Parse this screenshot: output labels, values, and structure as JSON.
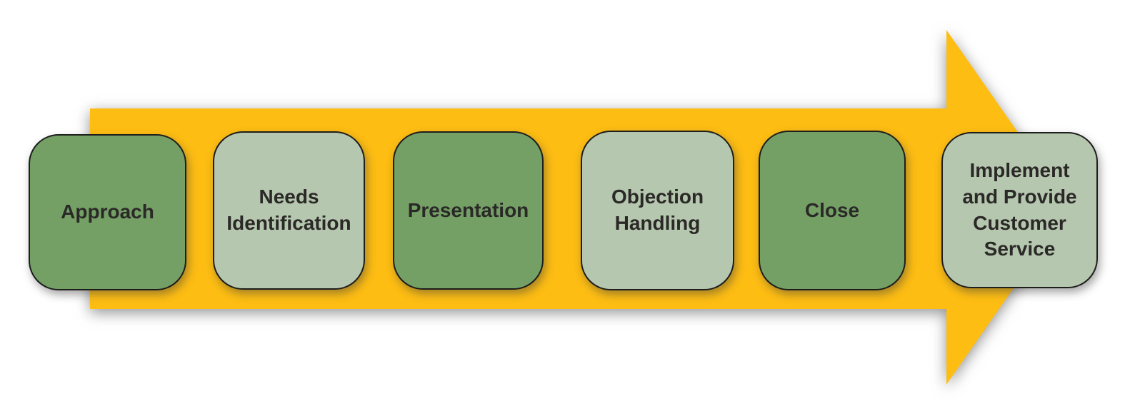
{
  "diagram": {
    "kind": "process-flow-arrow",
    "direction": "right",
    "steps": [
      {
        "label": "Approach",
        "tone": "dark",
        "fill": "#74a066"
      },
      {
        "label": "Needs\nIdentification",
        "tone": "light",
        "fill": "#b6c7af"
      },
      {
        "label": "Presentation",
        "tone": "dark",
        "fill": "#74a066"
      },
      {
        "label": "Objection\nHandling",
        "tone": "light",
        "fill": "#b6c7af"
      },
      {
        "label": "Close",
        "tone": "dark",
        "fill": "#74a066"
      },
      {
        "label": "Implement\nand Provide\nCustomer\nService",
        "tone": "light",
        "fill": "#b6c7af"
      }
    ]
  },
  "colors": {
    "arrow": "#fdbd13",
    "step_dark": "#74a066",
    "step_light": "#b6c7af",
    "box_border": "#1e1e1c",
    "text": "#2b2927",
    "shadow": "#8a8a8a",
    "background": "#ffffff"
  }
}
